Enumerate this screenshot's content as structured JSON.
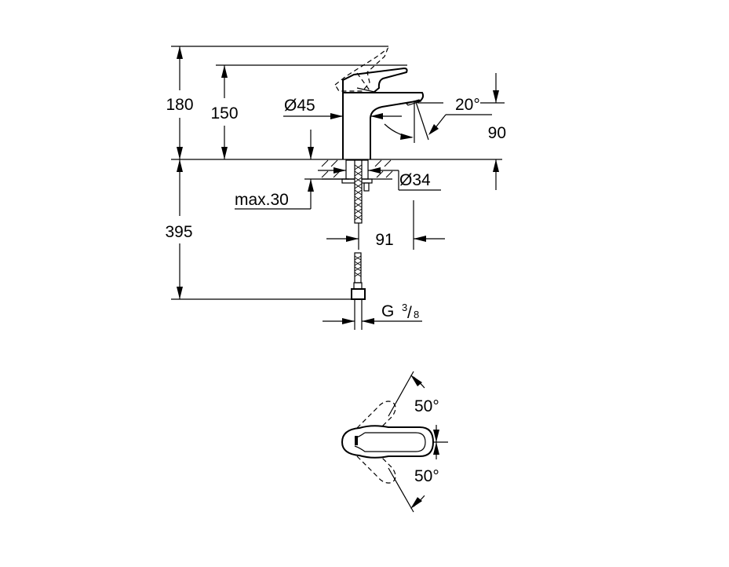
{
  "drawing": {
    "title": "Basin mixer technical drawing",
    "side_view": {
      "dimensions": {
        "total_height": "180",
        "lever_height": "150",
        "body_diameter": "Ø45",
        "spout_angle": "20°",
        "spout_height": "90",
        "base_diameter": "Ø34",
        "max_deck_thickness": "max.30",
        "spout_reach": "91",
        "hose_length": "395",
        "connection_thread_main": "G",
        "connection_thread_num": "3",
        "connection_thread_den": "8"
      }
    },
    "top_view": {
      "dimensions": {
        "rotation_up": "50°",
        "rotation_down": "50°"
      }
    },
    "colors": {
      "line": "#000000",
      "background": "#ffffff"
    }
  }
}
